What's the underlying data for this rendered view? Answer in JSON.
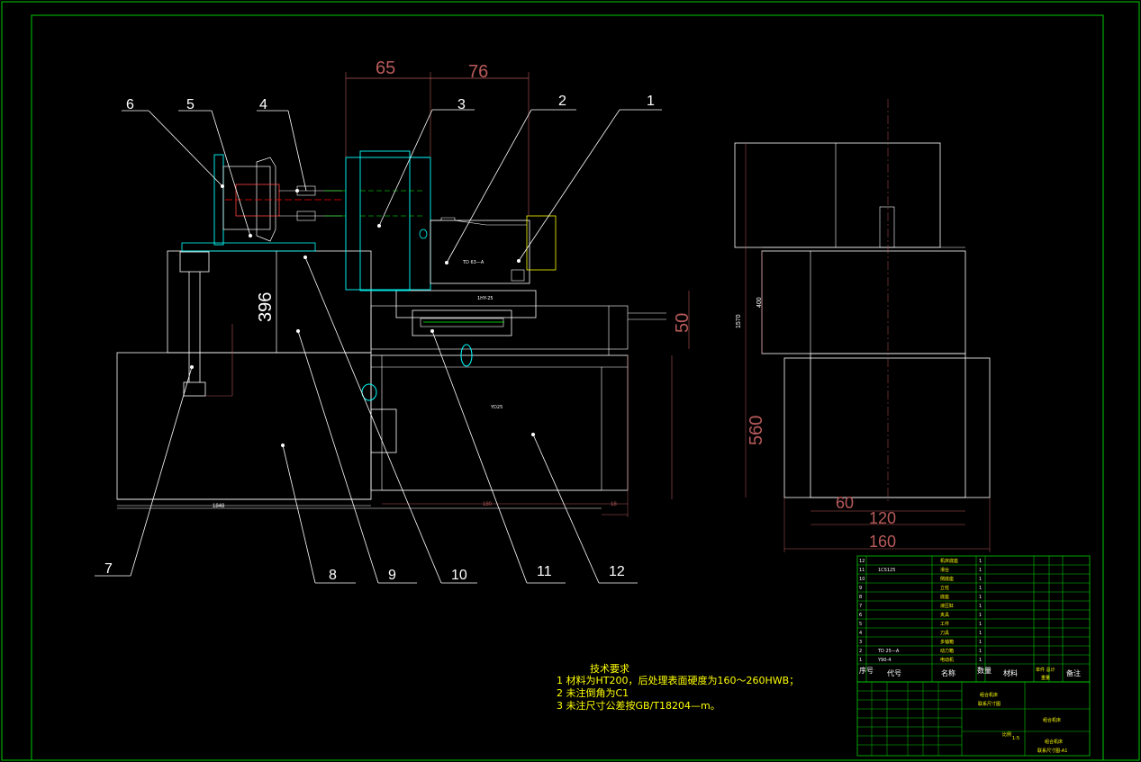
{
  "drawing": {
    "dimensions": {
      "d65": "65",
      "d76": "76",
      "d396": "396",
      "d50": "50",
      "d1570": "1570",
      "d400": "400",
      "d560": "560",
      "d60": "60",
      "d120": "120",
      "d160": "160",
      "d1848": "1848",
      "d180": "180",
      "d18": "18"
    },
    "leaders": [
      "1",
      "2",
      "3",
      "4",
      "5",
      "6",
      "7",
      "8",
      "9",
      "10",
      "11",
      "12"
    ],
    "notes": {
      "title": "技术要求",
      "line1": "1  材料为HT200，后处理表面硬度为160～260HWB；",
      "line2": "2  未注倒角为C1",
      "line3": "3  未注尺寸公差按GB/T18204—m。"
    },
    "small_labels": {
      "a": "TD 63—A",
      "b": "1HY-25",
      "c": "YD25"
    },
    "bom": {
      "rows": [
        {
          "no": "12",
          "code": "",
          "name": "机床底座",
          "qty": "1"
        },
        {
          "no": "11",
          "code": "1CS125",
          "name": "滑台",
          "qty": "1"
        },
        {
          "no": "10",
          "code": "",
          "name": "侧底座",
          "qty": "1"
        },
        {
          "no": "9",
          "code": "",
          "name": "立柱",
          "qty": "1"
        },
        {
          "no": "8",
          "code": "",
          "name": "底座",
          "qty": "1"
        },
        {
          "no": "7",
          "code": "",
          "name": "液压缸",
          "qty": "1"
        },
        {
          "no": "6",
          "code": "",
          "name": "夹具",
          "qty": "1"
        },
        {
          "no": "5",
          "code": "",
          "name": "工件",
          "qty": "1"
        },
        {
          "no": "4",
          "code": "",
          "name": "刀具",
          "qty": "1"
        },
        {
          "no": "3",
          "code": "",
          "name": "多轴箱",
          "qty": "1"
        },
        {
          "no": "2",
          "code": "TD 25—A",
          "name": "动力箱",
          "qty": "1"
        },
        {
          "no": "1",
          "code": "Y90-4",
          "name": "电动机",
          "qty": "1"
        }
      ],
      "header": {
        "no": "序号",
        "code": "代号",
        "name": "名称",
        "qty": "数量",
        "material": "材料",
        "weight": "单件 总计",
        "weight2": "重量",
        "remark": "备注"
      },
      "title_block": {
        "title1": "组合机床",
        "title2": "联系尺寸图",
        "company": "组合机床",
        "drawing_no": "联系尺寸图-A1",
        "scale_label": "比例",
        "scale": "1:5"
      }
    }
  }
}
